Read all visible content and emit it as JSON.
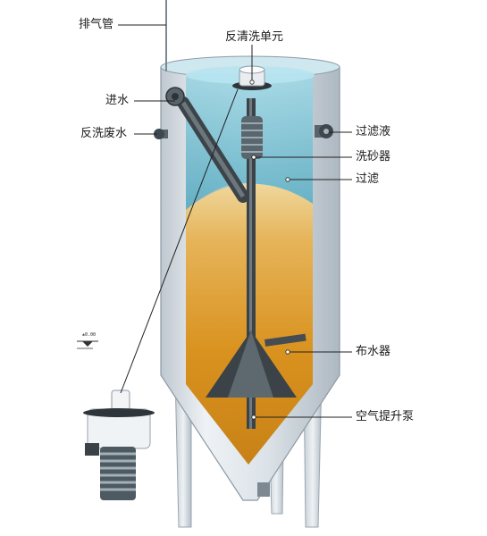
{
  "labels": {
    "exhaust_pipe": "排气管",
    "backwash_unit": "反清洗单元",
    "water_inlet": "进水",
    "backwash_waste": "反洗废水",
    "filtrate": "过滤液",
    "sand_washer": "洗砂器",
    "filter": "过滤",
    "water_distributor": "布水器",
    "air_lift_pump": "空气提升泵"
  },
  "level_marker": "±0.00",
  "colors": {
    "shell": "#d6dde3",
    "water": "#7fc6d8",
    "sand_top": "#e8c47a",
    "sand_bottom": "#d48e1c",
    "dark_part": "#333a40",
    "leader": "#222222"
  }
}
